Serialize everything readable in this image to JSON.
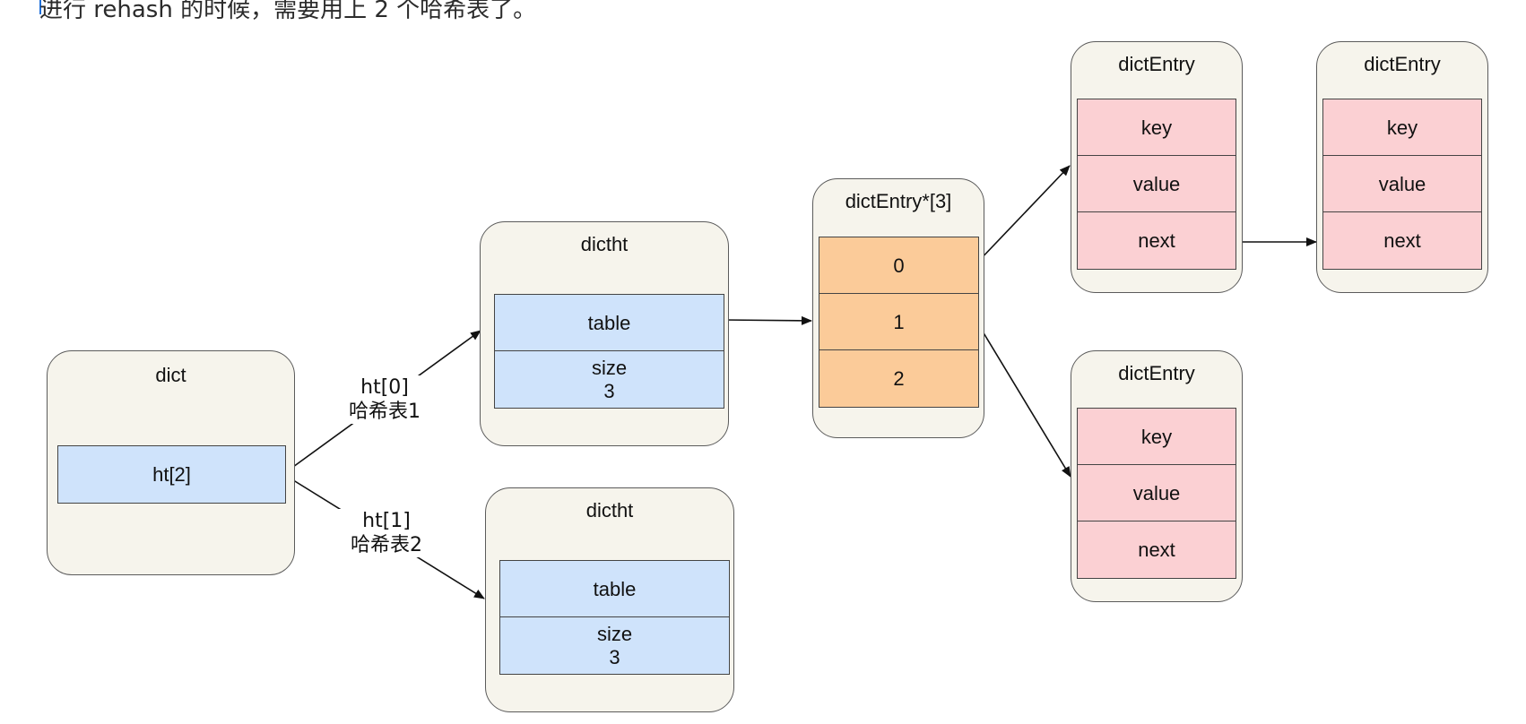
{
  "intro_text": "进行 rehash 的时候，需要用上 2 个哈希表了。",
  "dict": {
    "title": "dict",
    "field": "ht[2]"
  },
  "dictht": [
    {
      "title": "dictht",
      "table": "table",
      "size_label": "size",
      "size_value": "3"
    },
    {
      "title": "dictht",
      "table": "table",
      "size_label": "size",
      "size_value": "3"
    }
  ],
  "edge_labels": {
    "ht0": {
      "name": "ht[0]",
      "desc": "哈希表1"
    },
    "ht1": {
      "name": "ht[1]",
      "desc": "哈希表2"
    }
  },
  "buckets": {
    "title": "dictEntry*[3]",
    "items": [
      "0",
      "1",
      "2"
    ]
  },
  "entries": [
    {
      "title": "dictEntry",
      "fields": [
        "key",
        "value",
        "next"
      ]
    },
    {
      "title": "dictEntry",
      "fields": [
        "key",
        "value",
        "next"
      ]
    },
    {
      "title": "dictEntry",
      "fields": [
        "key",
        "value",
        "next"
      ]
    }
  ],
  "colors": {
    "container": "#f6f4ec",
    "blue": "#cfe3fb",
    "orange": "#fbcb99",
    "pink": "#fbd0d3"
  }
}
